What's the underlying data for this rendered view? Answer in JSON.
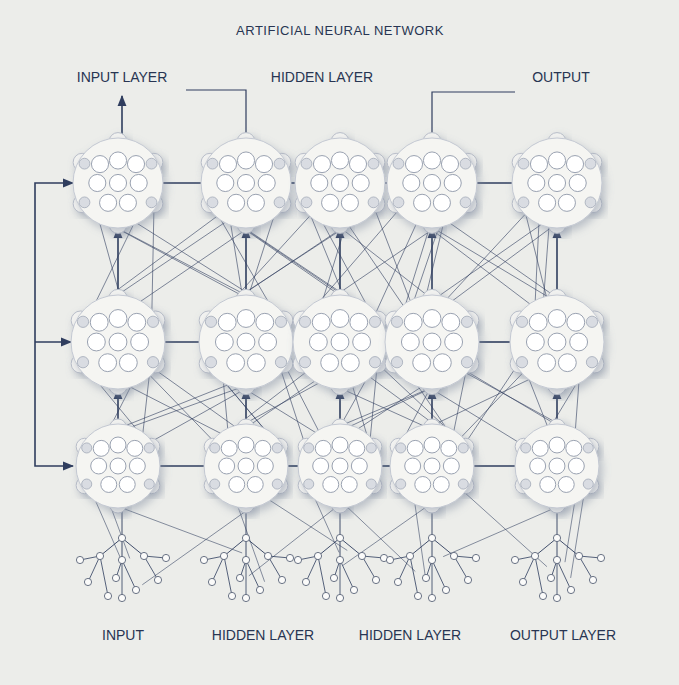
{
  "diagram": {
    "title": "ARTIFICIAL NEURAL NETWORK",
    "labels": [
      "INPUT LAYER",
      "HIDDEN LAYER",
      "OUTPUT",
      "INPUT",
      "HIDDEN LAYER",
      "HIDDEN LAYER",
      "OUTPUT LAYER"
    ]
  }
}
